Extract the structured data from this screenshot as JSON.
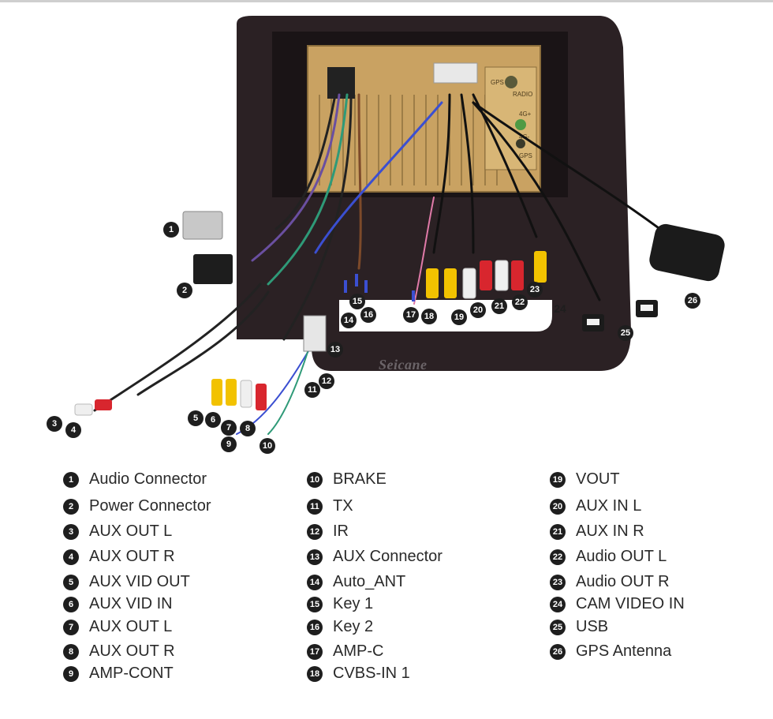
{
  "brand": "Seicane",
  "unit_labels": {
    "gps": "GPS",
    "radio": "RADIO",
    "gps2": "GPS",
    "4g_plus": "4G+",
    "4g_minus": "4G-"
  },
  "callouts": [
    "1",
    "2",
    "3",
    "4",
    "5",
    "6",
    "7",
    "8",
    "9",
    "10",
    "11",
    "12",
    "13",
    "14",
    "15",
    "16",
    "17",
    "18",
    "19",
    "20",
    "21",
    "22",
    "23",
    "24",
    "25",
    "26"
  ],
  "legend": [
    {
      "num": "1",
      "label": "Audio Connector"
    },
    {
      "num": "2",
      "label": "Power Connector"
    },
    {
      "num": "3",
      "label": "AUX OUT L"
    },
    {
      "num": "4",
      "label": "AUX OUT R"
    },
    {
      "num": "5",
      "label": "AUX VID OUT"
    },
    {
      "num": "6",
      "label": "AUX VID IN"
    },
    {
      "num": "7",
      "label": "AUX OUT L"
    },
    {
      "num": "8",
      "label": "AUX OUT R"
    },
    {
      "num": "9",
      "label": "AMP-CONT"
    },
    {
      "num": "10",
      "label": "BRAKE"
    },
    {
      "num": "11",
      "label": "TX"
    },
    {
      "num": "12",
      "label": "IR"
    },
    {
      "num": "13",
      "label": "AUX Connector"
    },
    {
      "num": "14",
      "label": "Auto_ANT"
    },
    {
      "num": "15",
      "label": "Key 1"
    },
    {
      "num": "16",
      "label": "Key 2"
    },
    {
      "num": "17",
      "label": "AMP-C"
    },
    {
      "num": "18",
      "label": "CVBS-IN 1"
    },
    {
      "num": "19",
      "label": "VOUT"
    },
    {
      "num": "20",
      "label": "AUX IN L"
    },
    {
      "num": "21",
      "label": "AUX IN R"
    },
    {
      "num": "22",
      "label": "Audio OUT L"
    },
    {
      "num": "23",
      "label": "Audio OUT R"
    },
    {
      "num": "24",
      "label": "CAM VIDEO IN"
    },
    {
      "num": "25",
      "label": "USB"
    },
    {
      "num": "26",
      "label": "GPS Antenna"
    }
  ],
  "colors": {
    "frame": "#2a2022",
    "panel": "#c9a262",
    "badge": "#1e1e1e",
    "rca_yellow": "#f2c200",
    "rca_red": "#d8262e",
    "rca_white": "#efefef",
    "wire_blue": "#3b4fd1"
  }
}
